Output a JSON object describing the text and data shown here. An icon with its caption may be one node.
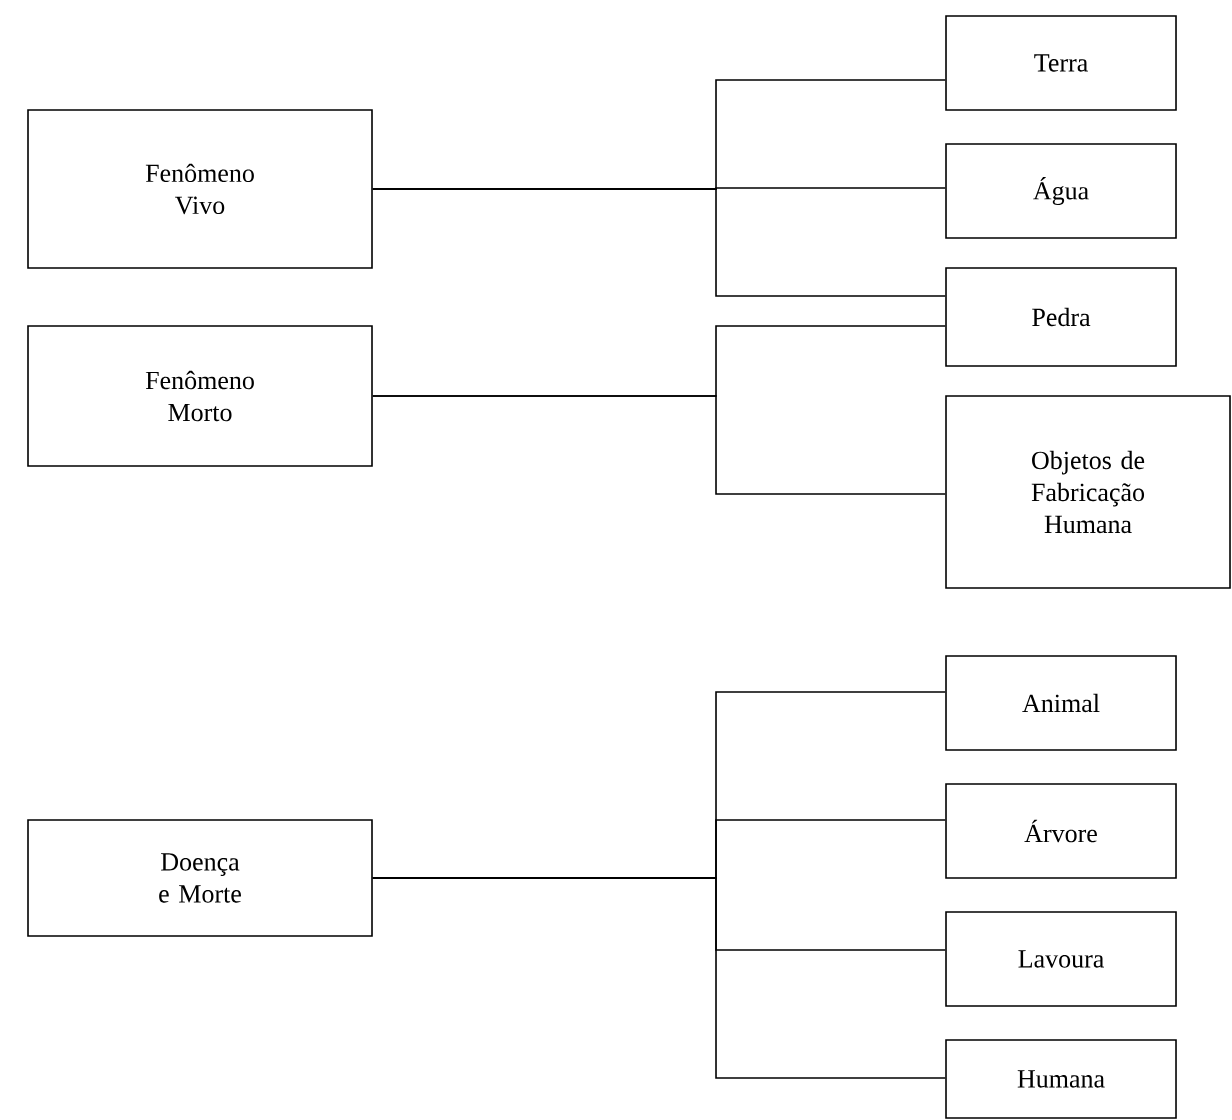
{
  "diagram": {
    "nodes": [
      {
        "text": [
          "Fenômeno Vivo"
        ]
      },
      {
        "text": [
          "Terra"
        ]
      },
      {
        "text": [
          "Água"
        ]
      },
      {
        "text": [
          "Pedra"
        ]
      },
      {
        "text": [
          "Fenômeno Morto"
        ]
      },
      {
        "text": [
          "Objetos de Fabricação Humana"
        ]
      },
      {
        "text": [
          "Doença e Morte"
        ]
      },
      {
        "text": [
          "Animal"
        ]
      },
      {
        "text": [
          "Árvore"
        ]
      },
      {
        "text": [
          "Lavoura"
        ]
      },
      {
        "text": [
          "Humana"
        ]
      }
    ],
    "edges": [
      {
        "from": 0,
        "to": 1,
        "arrow": "none"
      },
      {
        "from": 0,
        "to": 2,
        "arrow": "none"
      },
      {
        "from": 0,
        "to": 3,
        "arrow": "none"
      },
      {
        "from": 4,
        "to": 3,
        "arrow": "none"
      },
      {
        "from": 4,
        "to": 5,
        "arrow": "none"
      },
      {
        "from": 6,
        "to": 7,
        "arrow": "none"
      },
      {
        "from": 6,
        "to": 8,
        "arrow": "none"
      },
      {
        "from": 6,
        "to": 9,
        "arrow": "none"
      },
      {
        "from": 6,
        "to": 10,
        "arrow": "none"
      }
    ]
  }
}
